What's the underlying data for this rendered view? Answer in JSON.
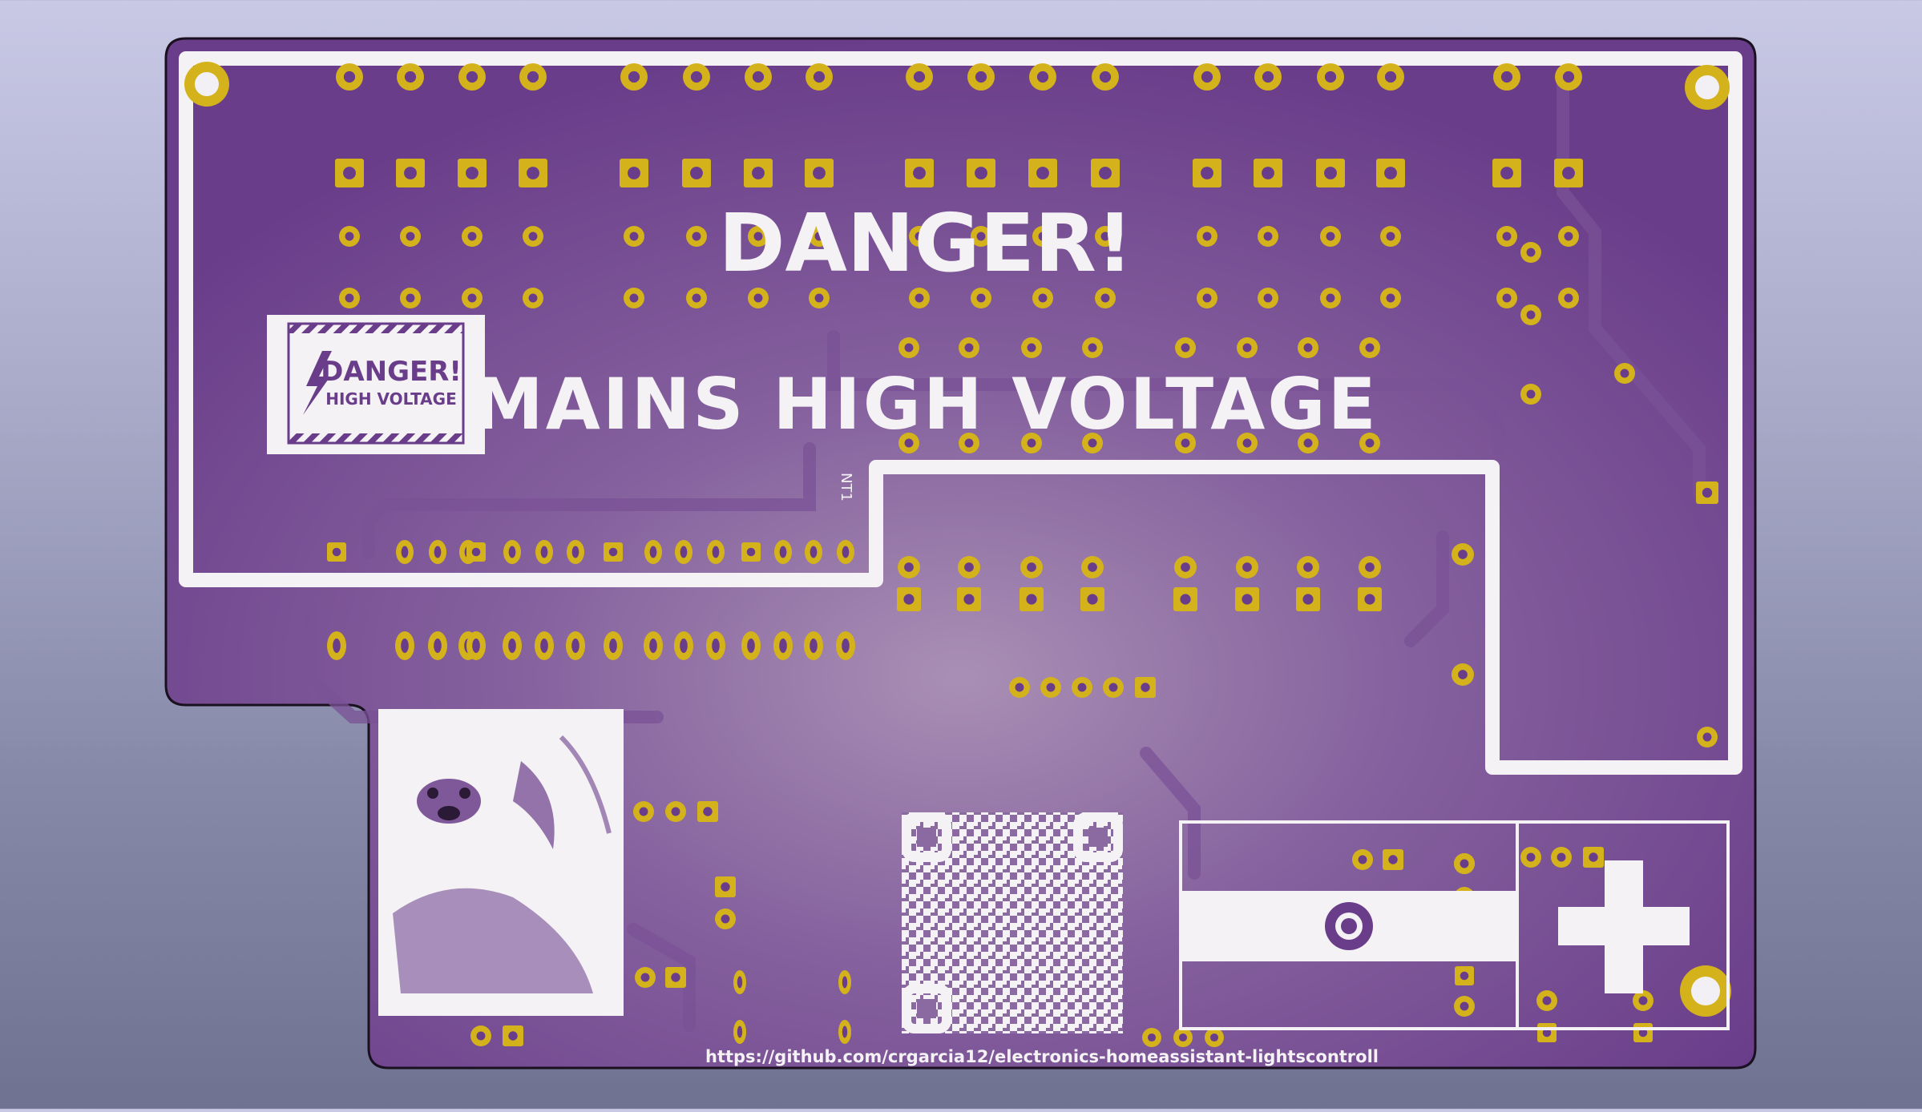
{
  "board": {
    "danger_title": "DANGER!",
    "danger_subtitle": "MAINS HIGH VOLTAGE",
    "warning_sign": {
      "title": "DANGER!",
      "subtitle": "HIGH VOLTAGE"
    },
    "component_ref": "NT1",
    "repo_url": "https://github.com/crgarcia12/electronics-homeassistant-lightscontroll"
  },
  "colors": {
    "board": "#6a3d8a",
    "board_light": "#8a6aa0",
    "pad": "#d4b21c",
    "silk": "#f4f2f4",
    "outline": "#111111"
  }
}
